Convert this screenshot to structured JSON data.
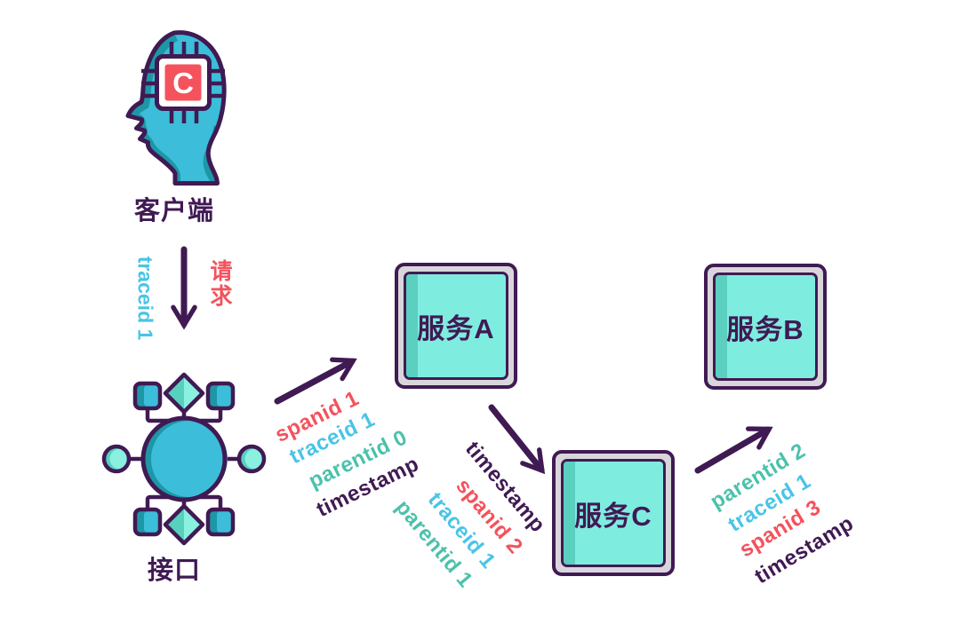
{
  "colors": {
    "outline_purple": "#401a53",
    "cyan": "#3cbdd9",
    "teal_shadow": "#1d97a6",
    "aqua_light": "#7fece0",
    "aqua_mid": "#5bcfc0",
    "box_gray": "#d9d6db",
    "chip_red": "#f4525c",
    "label_red": "#f4525c",
    "label_blue": "#49c4e6",
    "label_teal": "#4cc1ab",
    "label_purple": "#401a53",
    "background": "#ffffff"
  },
  "client": {
    "label": "客户端",
    "chip_letter": "C",
    "icon": "head-with-chip-icon"
  },
  "interface": {
    "label": "接口",
    "icon": "network-nodes-icon"
  },
  "services": {
    "a": "服务A",
    "b": "服务B",
    "c": "服务C"
  },
  "request": {
    "label": "请求"
  },
  "edges": {
    "client_to_interface": [
      {
        "text": "traceid 1",
        "color": "#49c4e6"
      }
    ],
    "interface_to_a": [
      {
        "text": "spanid 1",
        "color": "#f4525c"
      },
      {
        "text": "traceid 1",
        "color": "#49c4e6"
      },
      {
        "text": "parentid 0",
        "color": "#4cc1ab"
      },
      {
        "text": "timestamp",
        "color": "#401a53"
      }
    ],
    "a_to_c": [
      {
        "text": "timestamp",
        "color": "#401a53"
      },
      {
        "text": "spanid 2",
        "color": "#f4525c"
      },
      {
        "text": "traceid 1",
        "color": "#49c4e6"
      },
      {
        "text": "parentid 1",
        "color": "#4cc1ab"
      }
    ],
    "c_to_b": [
      {
        "text": "parentid 2",
        "color": "#4cc1ab"
      },
      {
        "text": "traceid 1",
        "color": "#49c4e6"
      },
      {
        "text": "spanid 3",
        "color": "#f4525c"
      },
      {
        "text": "timestamp",
        "color": "#401a53"
      }
    ]
  }
}
